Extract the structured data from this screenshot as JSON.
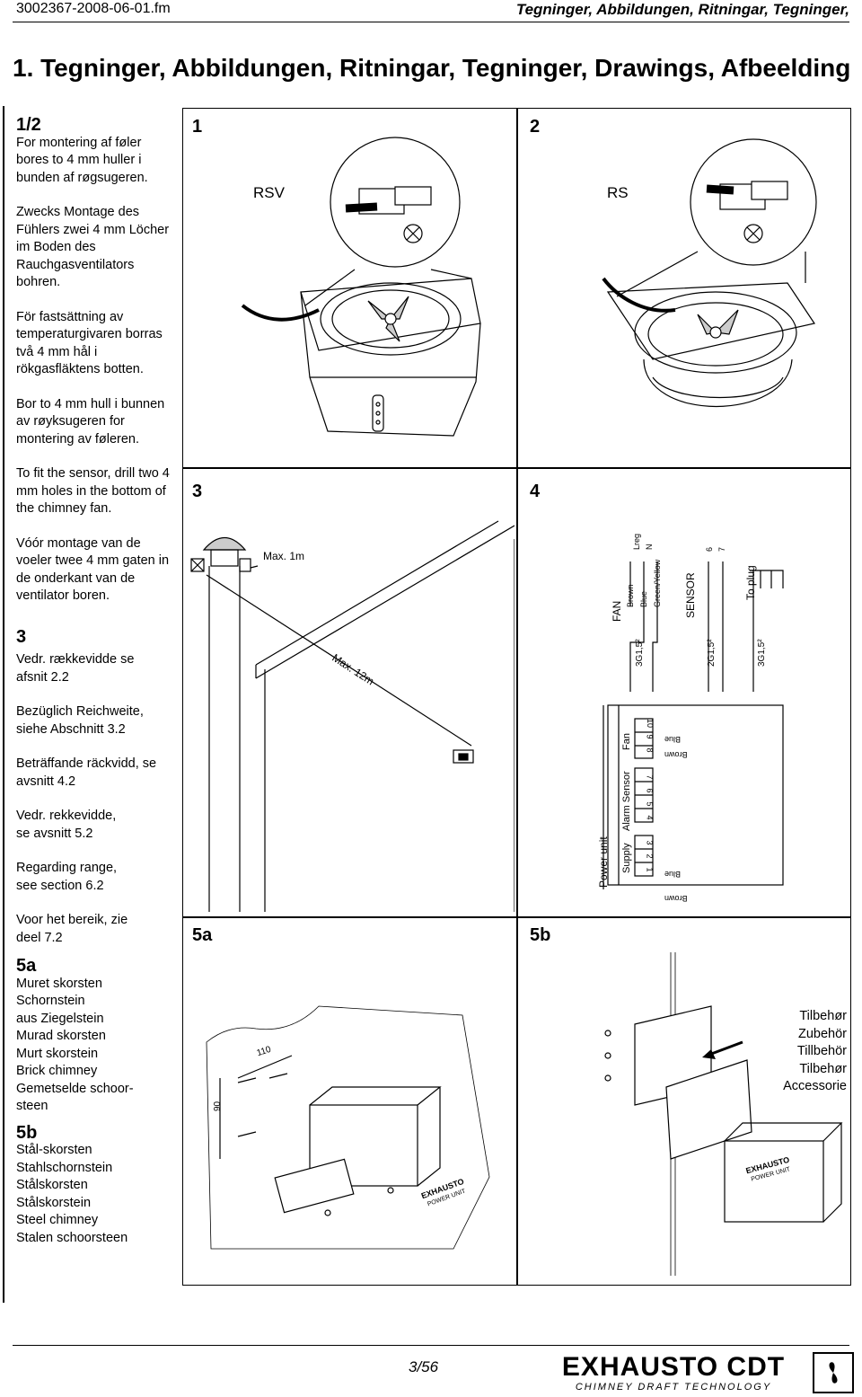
{
  "header": {
    "file_id": "3002367-2008-06-01.fm",
    "running_title": "Tegninger, Abbildungen, Ritningar, Tegninger,"
  },
  "section_title": "1.   Tegninger, Abbildungen, Ritningar, Tegninger, Drawings, Afbeelding",
  "left_column": {
    "s12_heading": "1/2",
    "s12_texts": [
      "For montering af føler bores to 4 mm huller i bunden af røgsugeren.",
      "Zwecks Montage des Fühlers zwei 4 mm Löcher im Boden des Rauchgasventilators bohren.",
      "För fastsättning av temperaturgivaren borras två 4 mm hål i rökgasfläktens botten.",
      "Bor to 4 mm hull i bunnen av røyksugeren for montering av føleren.",
      "To fit the sensor, drill two 4 mm holes in the bottom of the chimney fan.",
      "Vóór montage van de voeler twee 4 mm gaten in de onderkant van de ventilator boren."
    ],
    "s3_heading": "3",
    "s3_texts": [
      "Vedr. rækkevidde se afsnit 2.2",
      "Bezüglich Reichweite, siehe Abschnitt 3.2",
      "Beträffande räckvidd, se avsnitt 4.2",
      "Vedr. rekkevidde, se avsnitt 5.2",
      "Regarding range, see section 6.2",
      "Voor het bereik, zie deel 7.2"
    ],
    "s5a_heading": "5a",
    "s5a_lines": [
      "Muret skorsten",
      "Schornstein",
      "aus Ziegelstein",
      "Murad skorsten",
      "Murt skorstein",
      "Brick chimney",
      "Gemetselde schoor-",
      "steen"
    ],
    "s5b_heading": "5b",
    "s5b_lines": [
      "Stål-skorsten",
      "Stahlschornstein",
      "Stålskorsten",
      "Stålskorstein",
      "Steel chimney",
      "Stalen schoorsteen"
    ]
  },
  "panels": {
    "p1": {
      "number": "1",
      "label": "RSV"
    },
    "p2": {
      "number": "2",
      "label": "RS"
    },
    "p3": {
      "number": "3",
      "max_short": "Max. 1m",
      "max_long": "Max. 12m"
    },
    "p4": {
      "number": "4",
      "fan_label": "FAN",
      "fan_wires": [
        "Brown",
        "Blue",
        "Green/Yellow"
      ],
      "fan_terms": [
        "Lreg",
        "N"
      ],
      "sensor_label": "SENSOR",
      "sensor_terms": [
        "6",
        "7"
      ],
      "plug_label": "To  plug",
      "cables": [
        "3G1,5²",
        "2G1,5²",
        "3G1,5²"
      ],
      "power_unit": "Power  unit",
      "groups": [
        "Supply",
        "Alarm  Sensor",
        "Fan"
      ],
      "terminals": [
        "1",
        "2",
        "3",
        "4",
        "5",
        "6",
        "7",
        "8",
        "9",
        "10"
      ],
      "wire_brown": "Brown",
      "wire_blue": "Blue"
    },
    "p5a": {
      "number": "5a",
      "dim_h": "110",
      "dim_v": "90",
      "brand": "EXHAUSTO",
      "product": "POWER UNIT"
    },
    "p5b": {
      "number": "5b",
      "accessory": [
        "Tilbehør",
        "Zubehör",
        "Tillbehör",
        "Tilbehør",
        "Accessorie"
      ]
    }
  },
  "footer": {
    "page": "3/56",
    "logo": "EXHAUSTO CDT",
    "tagline": "CHIMNEY DRAFT TECHNOLOGY"
  }
}
